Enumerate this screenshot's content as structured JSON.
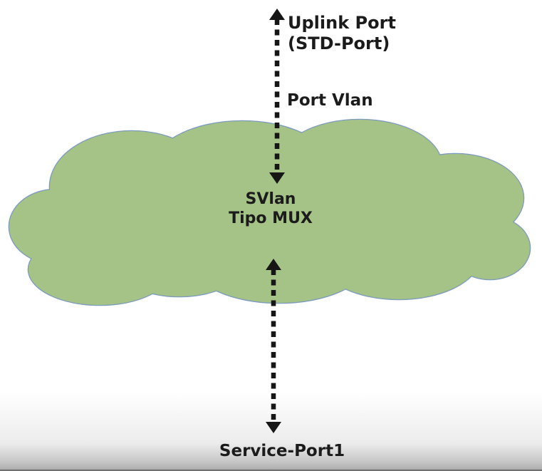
{
  "diagram": {
    "uplink": {
      "line1": "Uplink Port",
      "line2": "(STD-Port)"
    },
    "port_vlan_label": "Port Vlan",
    "cloud": {
      "line1": "SVlan",
      "line2": "Tipo MUX",
      "fill_color": "#a5c287",
      "outline_color": "#7d9bbd"
    },
    "service_port_label": "Service-Port1",
    "arrow_color": "#161616"
  }
}
